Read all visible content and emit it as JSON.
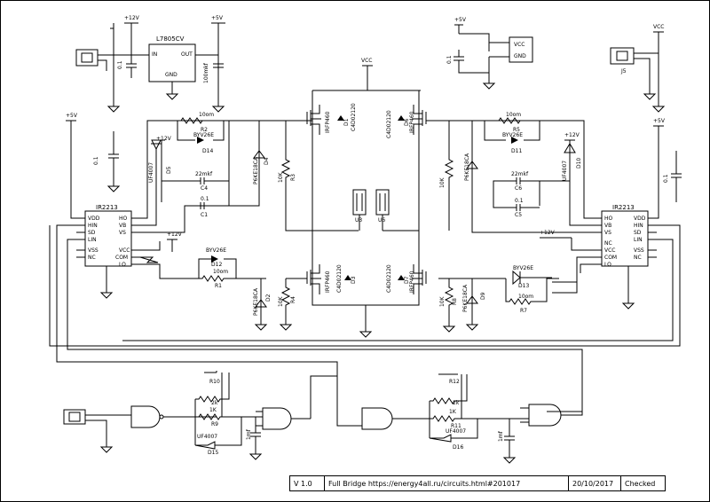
{
  "labels": {
    "vcc12": "+12V",
    "vcc5": "+5V",
    "vcc": "VCC",
    "reg": "L7805CV",
    "reg_in": "IN",
    "reg_out": "OUT",
    "reg_gnd": "GND",
    "cap01": "0.1",
    "cap100": "100mkf",
    "r10om": "10om",
    "byv": "BYV26E",
    "p6ke": "P6KE18CA",
    "uf": "UF4007",
    "c22": "22mkf",
    "r10k": "10K",
    "r1k": "1K",
    "r2k": "2k",
    "c1mf": "1mf",
    "irfp": "IRFP460",
    "c4d": "C4D02120",
    "ir": "IR2213",
    "vdd": "VDD",
    "hin": "HIN",
    "sd": "SD",
    "lin": "LIN",
    "vss": "VSS",
    "nc": "NC",
    "ho": "HO",
    "vb": "VB",
    "vs": "VS",
    "vccp": "VCC",
    "com": "COM",
    "lo": "LO",
    "ref": {
      "C1": "C1",
      "C4": "C4",
      "C5": "C5",
      "C6": "C6",
      "R1": "R1",
      "R2": "R2",
      "R3": "R3",
      "R4": "R4",
      "R5": "R5",
      "R6": "R6",
      "R7": "R7",
      "R8": "R8",
      "R9": "R9",
      "R10": "R10",
      "R11": "R11",
      "R12": "R12",
      "D1": "D1",
      "D2": "D2",
      "D3": "D3",
      "D4": "D4",
      "D5": "D5",
      "D6": "D6",
      "D7": "D7",
      "D8": "D8",
      "D9": "D9",
      "D10": "D10",
      "D11": "D11",
      "D12": "D12",
      "D13": "D13",
      "D14": "D14",
      "D15": "D15",
      "D16": "D16",
      "U3": "U3",
      "U6": "U6",
      "J5": "J5"
    }
  },
  "title_block": {
    "version": "V 1.0",
    "title": "Full Bridge https://energy4all.ru/circuits.html#201017",
    "date": "20/10/2017",
    "status": "Checked"
  }
}
